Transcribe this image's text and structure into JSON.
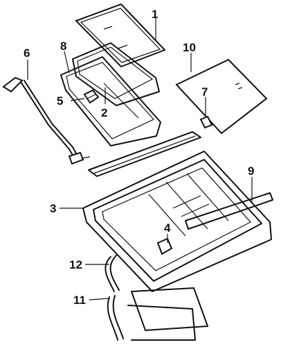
{
  "callouts": [
    {
      "num": "1"
    },
    {
      "num": "2"
    },
    {
      "num": "3"
    },
    {
      "num": "4"
    },
    {
      "num": "5"
    },
    {
      "num": "6"
    },
    {
      "num": "7"
    },
    {
      "num": "8"
    },
    {
      "num": "9"
    },
    {
      "num": "10"
    },
    {
      "num": "11"
    },
    {
      "num": "12"
    }
  ]
}
